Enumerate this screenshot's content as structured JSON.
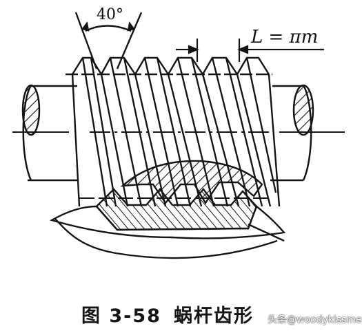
{
  "figure": {
    "angle_label": "40°",
    "pitch_label": "L = πm"
  },
  "caption": {
    "figure_number": "图 3-58",
    "title": "蜗杆齿形"
  },
  "watermark": "头条@woodykissme",
  "colors": {
    "ink": "#151515",
    "background": "#ffffff"
  }
}
